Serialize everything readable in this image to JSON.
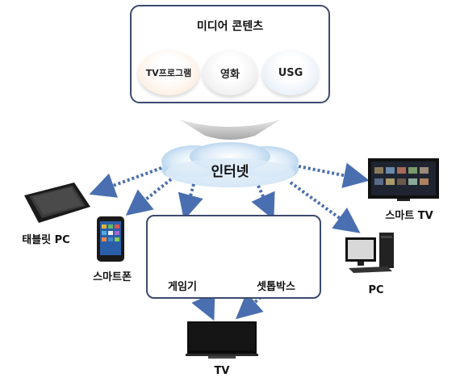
{
  "media": {
    "title": "미디어 콘텐츠",
    "items": [
      "TV프로그램",
      "영화",
      "USG"
    ]
  },
  "internet": {
    "label": "인터넷"
  },
  "devices": {
    "tablet": "태블릿 PC",
    "smartphone": "스마트폰",
    "smart_tv": "스마트 TV",
    "pc": "PC",
    "console": "게임기",
    "settop": "셋톱박스",
    "tv": "TV"
  },
  "colors": {
    "box_border": "#3c4a6e",
    "arrow_blue": "#4a6fb0",
    "cloud": "#c6def2"
  }
}
